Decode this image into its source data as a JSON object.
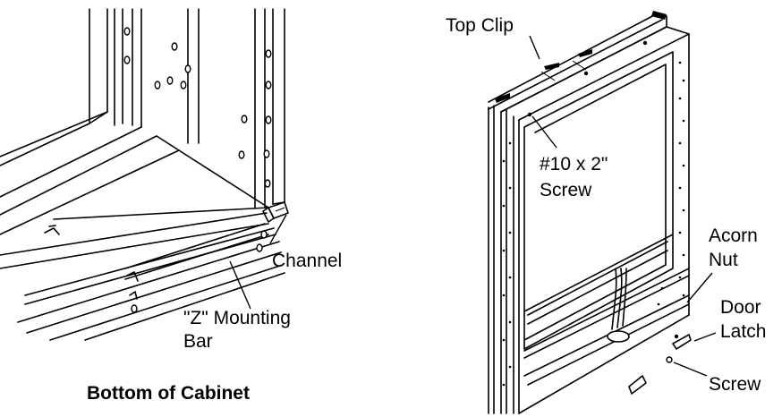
{
  "left_view": {
    "caption": "Bottom of Cabinet",
    "labels": {
      "channel": "Channel",
      "z_bar_line1": "\"Z\" Mounting",
      "z_bar_line2": "Bar"
    }
  },
  "right_view": {
    "labels": {
      "top_clip": "Top Clip",
      "screw10_line1": "#10 x 2\"",
      "screw10_line2": "Screw",
      "acorn_line1": "Acorn",
      "acorn_line2": "Nut",
      "door_line1": "Door",
      "door_line2": "Latch",
      "screw": "Screw"
    }
  }
}
